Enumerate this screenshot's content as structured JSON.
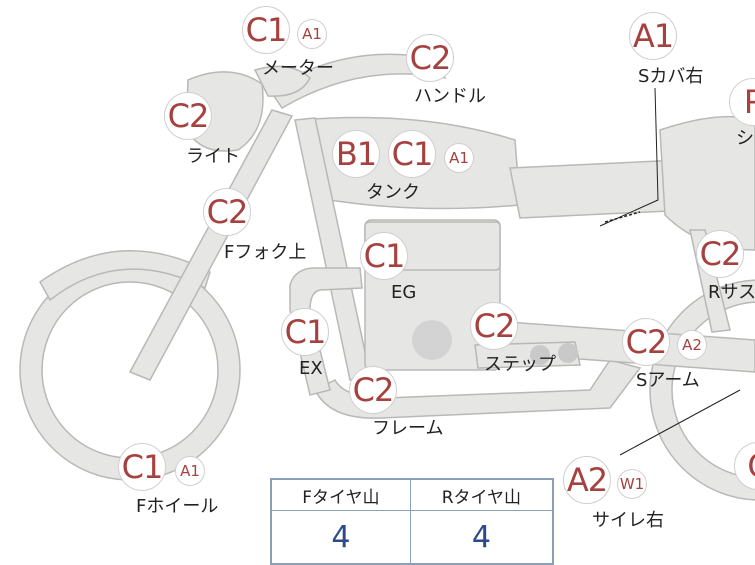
{
  "parts": [
    {
      "label": "メーター",
      "codes": [
        "C1",
        "A1"
      ]
    },
    {
      "label": "ハンドル",
      "codes": [
        "C2"
      ]
    },
    {
      "label": "ライト",
      "codes": [
        "C2"
      ]
    },
    {
      "label": "タンク",
      "codes": [
        "B1",
        "C1",
        "A1"
      ]
    },
    {
      "label": "Fフォク上",
      "codes": [
        "C2"
      ]
    },
    {
      "label": "EG",
      "codes": [
        "C1"
      ]
    },
    {
      "label": "EX",
      "codes": [
        "C1"
      ]
    },
    {
      "label": "ステップ",
      "codes": [
        "C2"
      ]
    },
    {
      "label": "フレーム",
      "codes": [
        "C2"
      ]
    },
    {
      "label": "Fホイール",
      "codes": [
        "C1",
        "A1"
      ]
    },
    {
      "label": "Sカバ右",
      "codes": [
        "A1"
      ]
    },
    {
      "label": "シ",
      "codes": [
        "P"
      ]
    },
    {
      "label": "Rサス",
      "codes": [
        "C2"
      ]
    },
    {
      "label": "Sアーム",
      "codes": [
        "C2",
        "A2"
      ]
    },
    {
      "label": "サイレ右",
      "codes": [
        "A2",
        "W1"
      ]
    },
    {
      "label": "",
      "codes": [
        "C"
      ]
    }
  ],
  "tire_table": {
    "headers": [
      "Fタイヤ山",
      "Rタイヤ山"
    ],
    "values": [
      "4",
      "4"
    ]
  }
}
